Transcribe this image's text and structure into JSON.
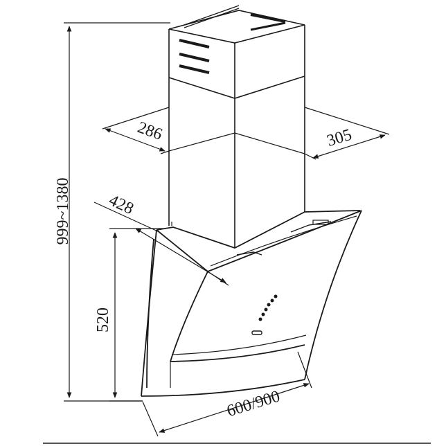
{
  "diagram": {
    "subject": "chimney cooker hood dimension drawing",
    "line_color": "#1a1a1a",
    "background": "#ffffff",
    "dimensions": {
      "total_height": "999~1380",
      "canopy_height": "520",
      "chimney_depth": "286",
      "chimney_width": "305",
      "canopy_depth": "428",
      "canopy_width": "600/900"
    }
  }
}
